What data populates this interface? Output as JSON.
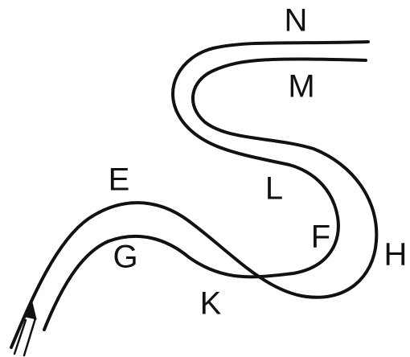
{
  "labels": {
    "N": "N",
    "M": "M",
    "E": "E",
    "L": "L",
    "F": "F",
    "H": "H",
    "G": "G",
    "K": "K"
  }
}
